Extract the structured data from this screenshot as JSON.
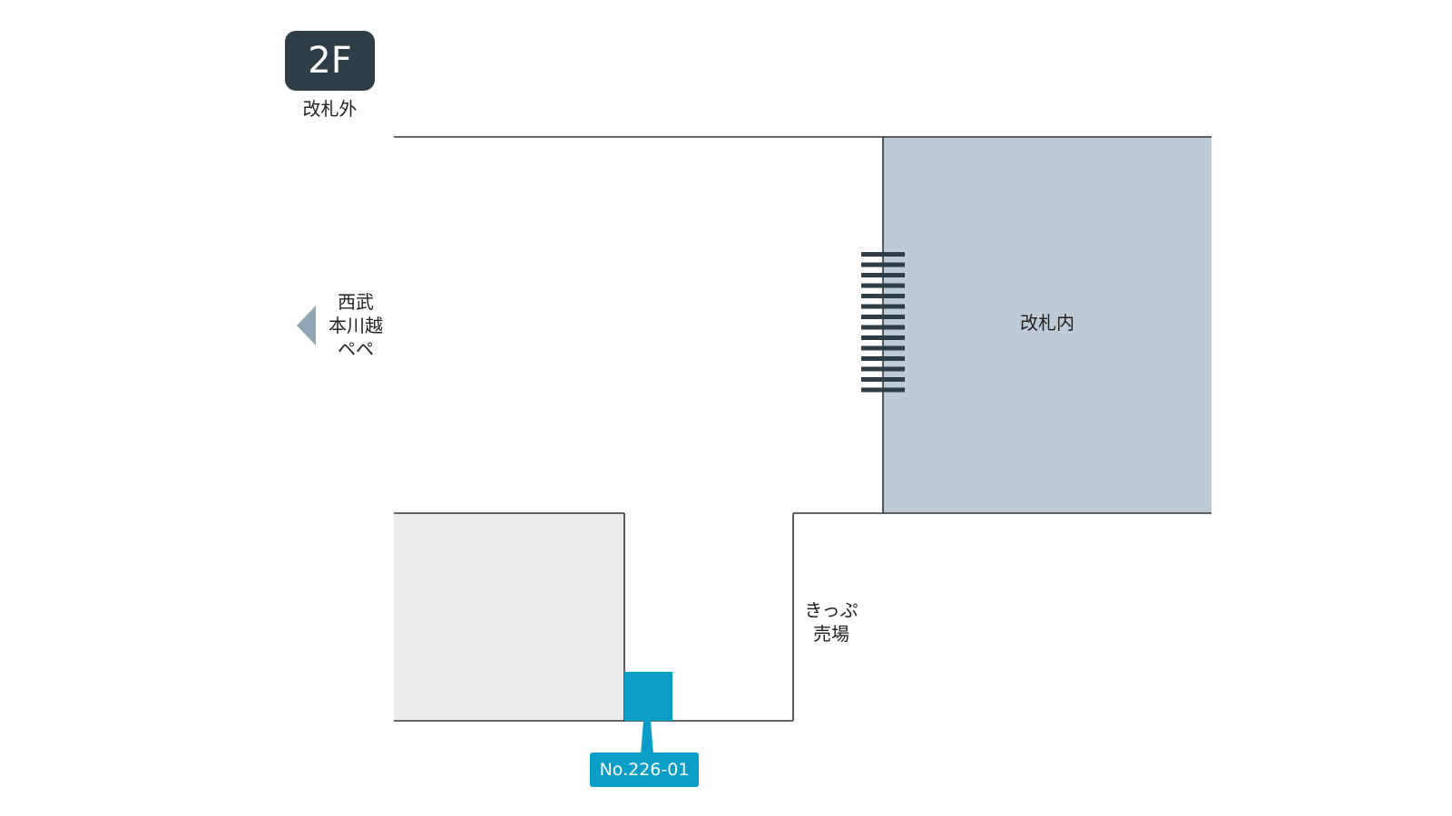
{
  "floor": {
    "level": "2F",
    "area_label": "改札外"
  },
  "areas": {
    "inside_gates": "改札内",
    "ticket_office": [
      "きっぷ",
      "売場"
    ],
    "exit_direction": [
      "西武",
      "本川越",
      "ペペ"
    ]
  },
  "locker": {
    "id": "No.226-01"
  },
  "colors": {
    "badge": "#2e3e46",
    "inside_gates_fill": "#bccbd5",
    "store_fill": "#ececec",
    "locker": "#0a9dc8",
    "ticket_gate": "#2e3e46",
    "exit_arrow": "#8fa7b5",
    "wall": "#333333"
  },
  "icons": {
    "exit": "triangle-left-arrow-icon",
    "ticket_gate": "ticket-gate-icon",
    "locker": "square-locker-icon"
  }
}
